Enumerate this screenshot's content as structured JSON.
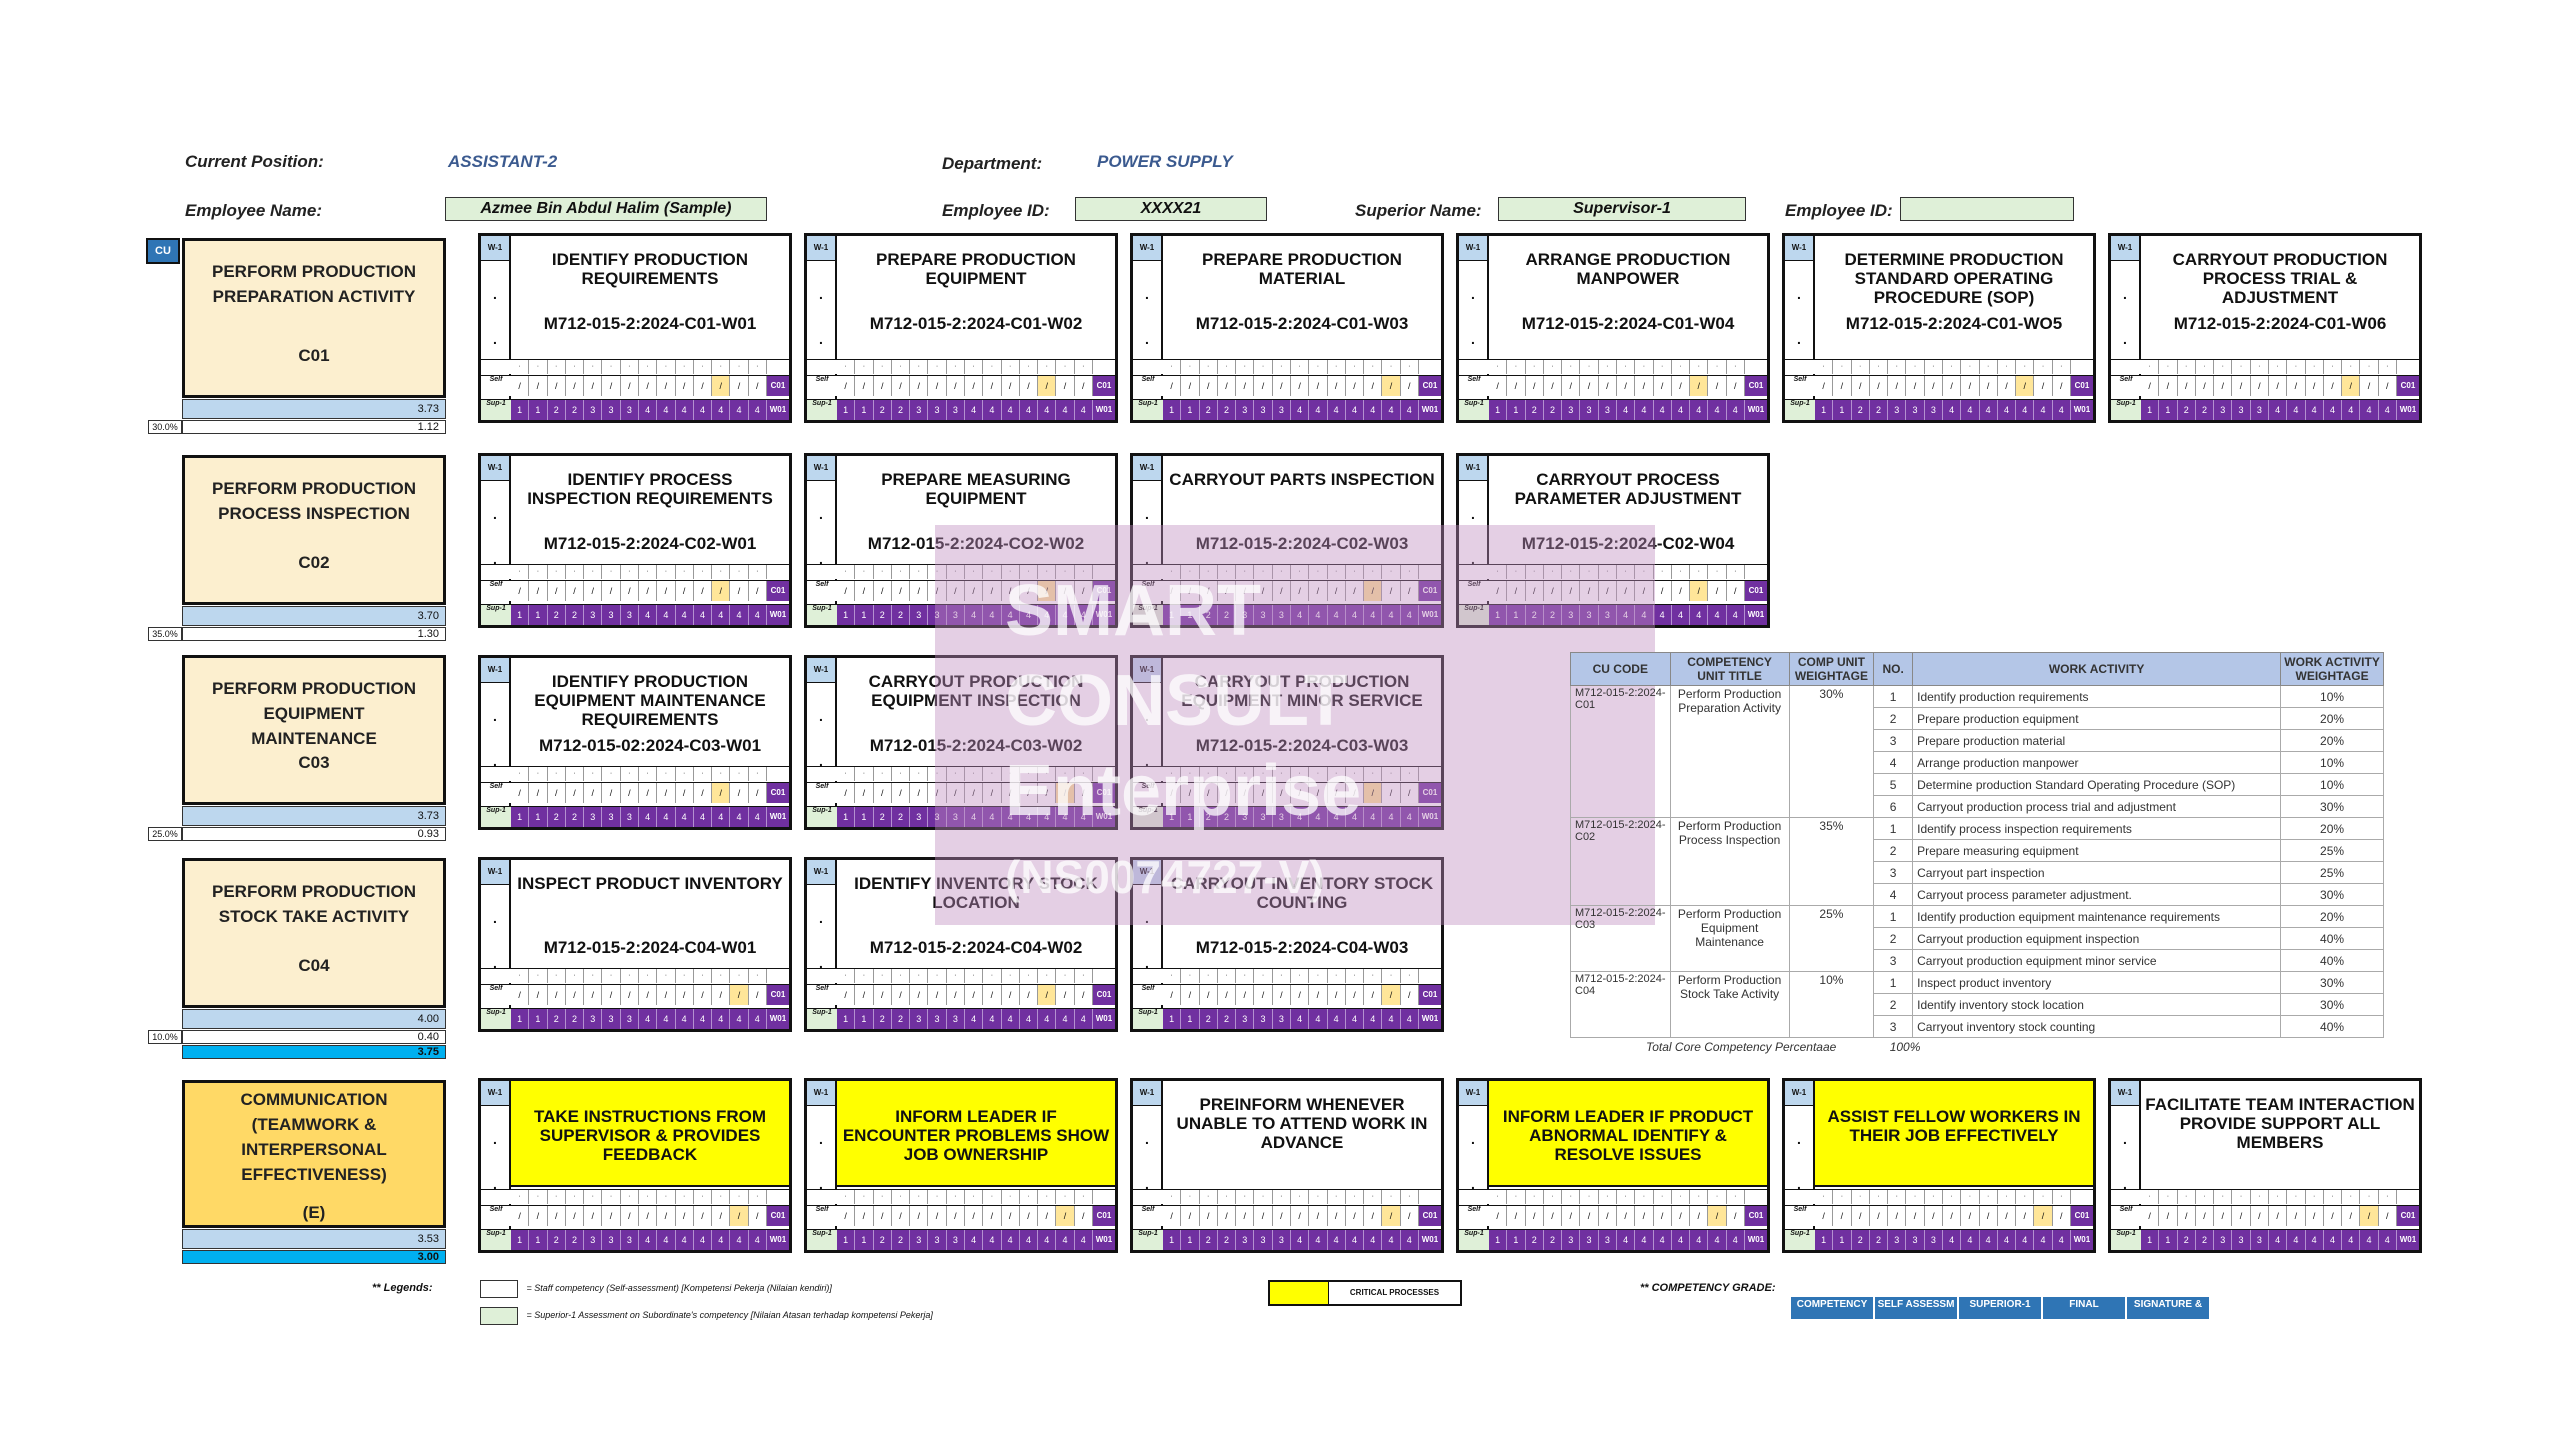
{
  "header": {
    "current_position_label": "Current Position:",
    "current_position": "ASSISTANT-2",
    "department_label": "Department:",
    "department": "POWER SUPPLY",
    "employee_name_label": "Employee Name:",
    "employee_name": "Azmee Bin Abdul Halim (Sample)",
    "employee_id_label": "Employee ID:",
    "employee_id": "XXXX21",
    "superior_name_label": "Superior Name:",
    "superior_name": "Supervisor-1",
    "employee_id2_label": "Employee ID:",
    "employee_id2": ""
  },
  "cu_tag": "CU",
  "units": [
    {
      "title": "PERFORM PRODUCTION PREPARATION ACTIVITY",
      "code": "C01",
      "score": "3.73",
      "weighted": "1.12",
      "pct": "30.0%"
    },
    {
      "title": "PERFORM PRODUCTION PROCESS INSPECTION",
      "code": "C02",
      "score": "3.70",
      "weighted": "1.30",
      "pct": "35.0%"
    },
    {
      "title": "PERFORM PRODUCTION EQUIPMENT MAINTENANCE",
      "code": "C03",
      "score": "3.73",
      "weighted": "0.93",
      "pct": "25.0%"
    },
    {
      "title": "PERFORM PRODUCTION STOCK TAKE ACTIVITY",
      "code": "C04",
      "score": "4.00",
      "weighted": "0.40",
      "pct": "10.0%",
      "total": "3.75"
    },
    {
      "title": "COMMUNICATION (TEAMWORK & INTERPERSONAL EFFECTIVENESS)",
      "code": "(E)",
      "score": "3.53",
      "total": "3.00"
    }
  ],
  "activities": {
    "c01": [
      {
        "title": "IDENTIFY PRODUCTION REQUIREMENTS",
        "code": "M712-015-2:2024-C01-W01"
      },
      {
        "title": "PREPARE PRODUCTION EQUIPMENT",
        "code": "M712-015-2:2024-C01-W02"
      },
      {
        "title": "PREPARE PRODUCTION MATERIAL",
        "code": "M712-015-2:2024-C01-W03"
      },
      {
        "title": "ARRANGE PRODUCTION MANPOWER",
        "code": "M712-015-2:2024-C01-W04"
      },
      {
        "title": "DETERMINE PRODUCTION STANDARD OPERATING PROCEDURE (SOP)",
        "code": "M712-015-2:2024-C01-WO5"
      },
      {
        "title": "CARRYOUT PRODUCTION PROCESS TRIAL & ADJUSTMENT",
        "code": "M712-015-2:2024-C01-W06"
      }
    ],
    "c02": [
      {
        "title": "IDENTIFY PROCESS INSPECTION REQUIREMENTS",
        "code": "M712-015-2:2024-C02-W01"
      },
      {
        "title": "PREPARE MEASURING EQUIPMENT",
        "code": "M712-015-2:2024-CO2-W02"
      },
      {
        "title": "CARRYOUT PARTS INSPECTION",
        "code": "M712-015-2:2024-C02-W03"
      },
      {
        "title": "CARRYOUT PROCESS PARAMETER ADJUSTMENT",
        "code": "M712-015-2:2024-C02-W04"
      }
    ],
    "c03": [
      {
        "title": "IDENTIFY PRODUCTION EQUIPMENT MAINTENANCE REQUIREMENTS",
        "code": "M712-015-02:2024-C03-W01"
      },
      {
        "title": "CARRYOUT PRODUCTION EQUIPMENT INSPECTION",
        "code": "M712-015-2:2024-C03-W02"
      },
      {
        "title": "CARRYOUT PRODUCTION EQUIPMENT MINOR SERVICE",
        "code": "M712-015-2:2024-C03-W03"
      }
    ],
    "c04": [
      {
        "title": "INSPECT PRODUCT INVENTORY",
        "code": "M712-015-2:2024-C04-W01"
      },
      {
        "title": "IDENTIFY INVENTORY STOCK LOCATION",
        "code": "M712-015-2:2024-C04-W02"
      },
      {
        "title": "CARRYOUT INVENTORY STOCK COUNTING",
        "code": "M712-015-2:2024-C04-W03"
      }
    ],
    "comm": [
      {
        "title": "TAKE INSTRUCTIONS FROM SUPERVISOR & PROVIDES FEEDBACK",
        "yellow": true
      },
      {
        "title": "INFORM LEADER IF ENCOUNTER PROBLEMS SHOW JOB OWNERSHIP",
        "yellow": true
      },
      {
        "title": "PREINFORM WHENEVER UNABLE TO ATTEND WORK IN ADVANCE",
        "yellow": false
      },
      {
        "title": "INFORM LEADER IF PRODUCT ABNORMAL IDENTIFY & RESOLVE ISSUES",
        "yellow": true
      },
      {
        "title": "ASSIST FELLOW WORKERS IN THEIR JOB EFFECTIVELY",
        "yellow": true
      },
      {
        "title": "FACILITATE TEAM INTERACTION PROVIDE SUPPORT ALL MEMBERS",
        "yellow": false
      }
    ]
  },
  "grid": {
    "self_label": "Self",
    "sup_label": "Sup-1",
    "self_marks": [
      "/",
      "/",
      "/",
      "/",
      "/",
      "/",
      "/",
      "/",
      "/",
      "/",
      "/",
      "/",
      "/",
      "/"
    ],
    "sup_marks": [
      "1",
      "1",
      "2",
      "2",
      "3",
      "3",
      "3",
      "4",
      "4",
      "4",
      "4",
      "4",
      "4",
      "4"
    ],
    "end_self": "C01",
    "end_sup": "W01"
  },
  "table": {
    "headers": [
      "CU CODE",
      "COMPETENCY UNIT TITLE",
      "COMP UNIT WEIGHTAGE",
      "NO.",
      "WORK ACTIVITY",
      "WORK ACTIVITY WEIGHTAGE"
    ],
    "groups": [
      {
        "code": "M712-015-2:2024-C01",
        "title": "Perform Production Preparation Activity",
        "weight": "30%",
        "rows": [
          {
            "no": "1",
            "activity": "Identify production requirements",
            "w": "10%"
          },
          {
            "no": "2",
            "activity": "Prepare production equipment",
            "w": "20%"
          },
          {
            "no": "3",
            "activity": "Prepare production material",
            "w": "20%"
          },
          {
            "no": "4",
            "activity": "Arrange production manpower",
            "w": "10%"
          },
          {
            "no": "5",
            "activity": "Determine production Standard Operating Procedure (SOP)",
            "w": "10%"
          },
          {
            "no": "6",
            "activity": "Carryout production process trial and adjustment",
            "w": "30%"
          }
        ]
      },
      {
        "code": "M712-015-2:2024-C02",
        "title": "Perform Production Process Inspection",
        "weight": "35%",
        "rows": [
          {
            "no": "1",
            "activity": "Identify process inspection requirements",
            "w": "20%"
          },
          {
            "no": "2",
            "activity": "Prepare measuring equipment",
            "w": "25%"
          },
          {
            "no": "3",
            "activity": "Carryout part inspection",
            "w": "25%"
          },
          {
            "no": "4",
            "activity": "Carryout process parameter adjustment.",
            "w": "30%"
          }
        ]
      },
      {
        "code": "M712-015-2:2024-C03",
        "title": "Perform Production Equipment Maintenance",
        "weight": "25%",
        "rows": [
          {
            "no": "1",
            "activity": "Identify production equipment maintenance requirements",
            "w": "20%"
          },
          {
            "no": "2",
            "activity": "Carryout production equipment inspection",
            "w": "40%"
          },
          {
            "no": "3",
            "activity": "Carryout production equipment minor service",
            "w": "40%"
          }
        ]
      },
      {
        "code": "M712-015-2:2024-C04",
        "title": "Perform Production Stock Take Activity",
        "weight": "10%",
        "rows": [
          {
            "no": "1",
            "activity": "Inspect product inventory",
            "w": "30%"
          },
          {
            "no": "2",
            "activity": "Identify inventory stock location",
            "w": "30%"
          },
          {
            "no": "3",
            "activity": "Carryout inventory stock counting",
            "w": "40%"
          }
        ]
      }
    ],
    "total_label": "Total Core Competency Percentaae",
    "total_value": "100%"
  },
  "watermark": {
    "line1": "SMART",
    "line2": "CONSULT",
    "line3": "Enterprise",
    "line4": "(NS0074727-V)"
  },
  "legend": {
    "title": "** Legends:",
    "item1": "= Staff competency (Self-assessment) [Kompetensi Pekerja (Nilaian kendiri)]",
    "item2": "= Superior-1 Assessment on Subordinate's competency [Nilaian Atasan terhadap kompetensi Pekerja]",
    "critical": "CRITICAL PROCESSES",
    "grade_title": "** COMPETENCY GRADE:",
    "grade_headers": [
      "COMPETENCY",
      "SELF ASSESSM",
      "SUPERIOR-1",
      "FINAL",
      "SIGNATURE &"
    ]
  },
  "colors": {
    "purple": "#7030a0",
    "yellow": "#ffff00",
    "cream": "#fcefcf",
    "blue": "#2f75b5"
  }
}
